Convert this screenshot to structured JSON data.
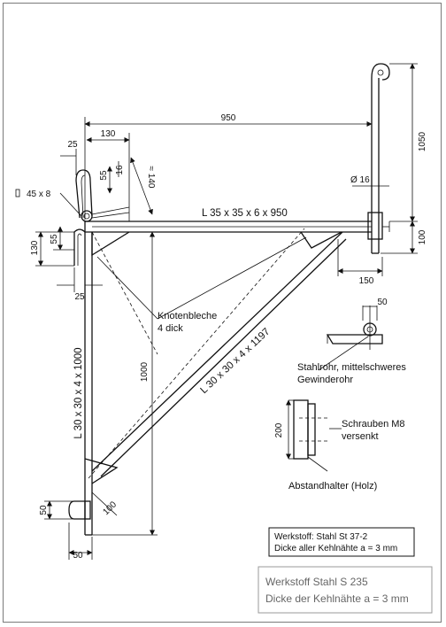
{
  "dimensions": {
    "d950": "950",
    "d1050": "1050",
    "d130_top": "130",
    "d25_top": "25",
    "d55_top": "55",
    "d16_top": "16",
    "d140": "≈ 140",
    "d45x8": "45 x 8",
    "d130_left": "130",
    "d55_left": "55",
    "d25_bottom": "25",
    "d1000": "1000",
    "d100_right": "100",
    "d150": "150",
    "d16_dia": "Ø 16",
    "d50_detail": "50",
    "d200": "200",
    "d50_bottom_left": "50",
    "d100_bottom": "100",
    "d50_bottom": "50"
  },
  "labels": {
    "top_beam": "L 35 x 35 x 6 x 950",
    "vertical_member": "L 30 x 30 x 4 x 1000",
    "diagonal_member": "L 30 x 30 x 4 x 1197",
    "gusset_1": "Knotenbleche",
    "gusset_2": "4 dick",
    "pipe_1": "Stahlrohr, mittelschweres",
    "pipe_2": "Gewinderohr",
    "screws_1": "Schrauben M8",
    "screws_2": "versenkt",
    "spacer": "Abstandhalter (Holz)"
  },
  "notes": {
    "material_line1": "Werkstoff: Stahl St 37-2",
    "material_line2": "Dicke aller Kehlnähte a = 3 mm"
  },
  "legend": {
    "line1": "Werkstoff Stahl S 235",
    "line2": "Dicke der Kehlnähte a = 3 mm"
  }
}
